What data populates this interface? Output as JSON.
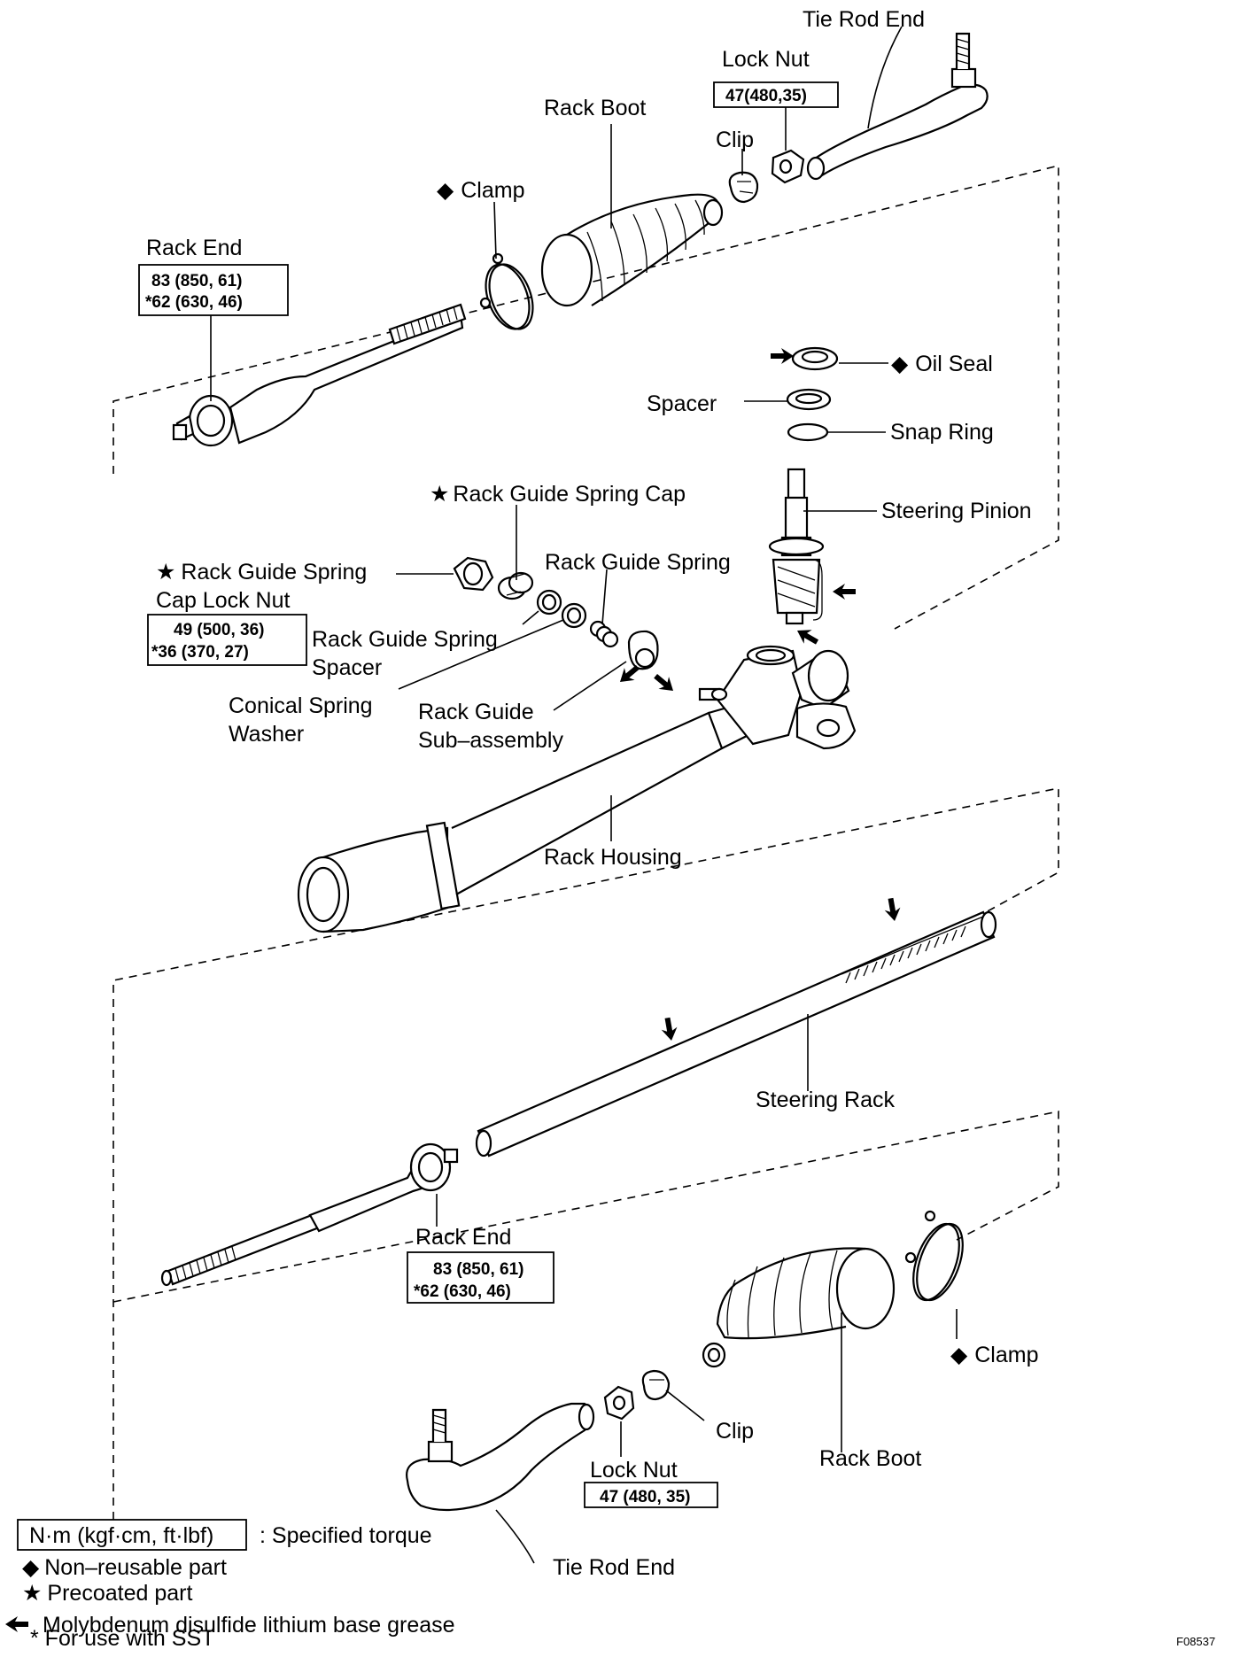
{
  "labels": {
    "tie_rod_end_top": "Tie Rod End",
    "lock_nut_top": "Lock Nut",
    "lock_nut_top_torque": "47(480,35)",
    "rack_boot_top": "Rack Boot",
    "clip_top": "Clip",
    "clamp_top": "Clamp",
    "rack_end_top": "Rack End",
    "rack_end_top_torque_1": "83 (850, 61)",
    "rack_end_top_torque_2": "*62 (630, 46)",
    "oil_seal": "Oil Seal",
    "spacer": "Spacer",
    "snap_ring": "Snap Ring",
    "rack_guide_spring_cap": "Rack Guide Spring Cap",
    "steering_pinion": "Steering Pinion",
    "rack_guide_spring_cap_lock_nut_1": "Rack Guide Spring",
    "rack_guide_spring_cap_lock_nut_2": "Cap Lock Nut",
    "cap_lock_nut_torque_1": "49 (500, 36)",
    "cap_lock_nut_torque_2": "*36 (370, 27)",
    "rack_guide_spring": "Rack Guide Spring",
    "rack_guide_spring_spacer_1": "Rack Guide Spring",
    "rack_guide_spring_spacer_2": "Spacer",
    "conical_spring_washer_1": "Conical Spring",
    "conical_spring_washer_2": "Washer",
    "rack_guide_subassembly_1": "Rack Guide",
    "rack_guide_subassembly_2": "Sub–assembly",
    "rack_housing": "Rack Housing",
    "steering_rack": "Steering Rack",
    "rack_end_bottom": "Rack End",
    "rack_end_bottom_torque_1": "83 (850, 61)",
    "rack_end_bottom_torque_2": "*62 (630, 46)",
    "clamp_bottom": "Clamp",
    "clip_bottom": "Clip",
    "rack_boot_bottom": "Rack Boot",
    "lock_nut_bottom": "Lock Nut",
    "lock_nut_bottom_torque": "47 (480, 35)",
    "tie_rod_end_bottom": "Tie Rod End"
  },
  "legend": {
    "torque_box": "N·m (kgf·cm, ft·lbf)",
    "torque_text": ": Specified torque",
    "non_reusable": "Non–reusable part",
    "precoated": "Precoated part",
    "grease": "Molybdenum disulfide lithium base grease",
    "sst": "* For use with SST"
  },
  "symbols": {
    "diamond": "◆",
    "star": "★"
  },
  "figure_code": "F08537"
}
